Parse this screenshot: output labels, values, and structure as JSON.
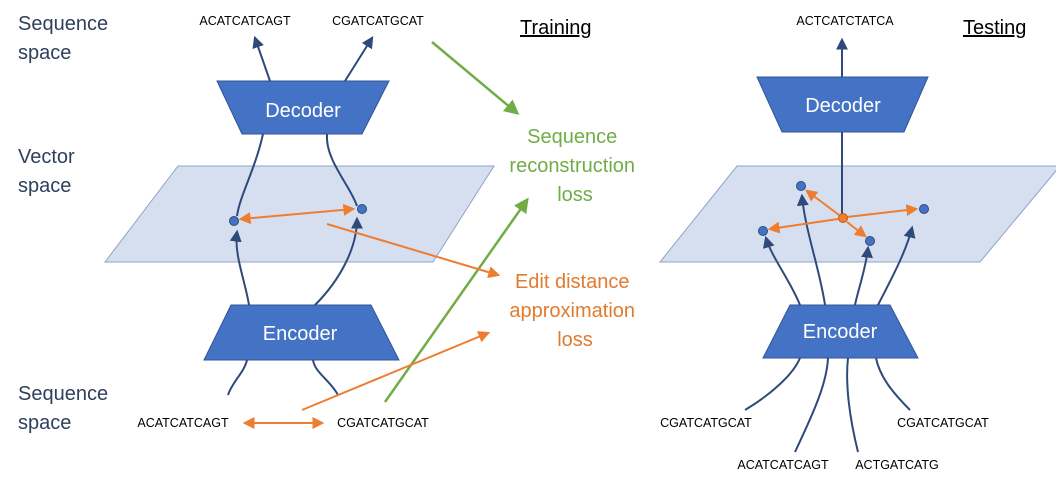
{
  "labels": {
    "seq_space_top": [
      "Sequence",
      "space"
    ],
    "vector_space": [
      "Vector",
      "space"
    ],
    "seq_space_bottom": [
      "Sequence",
      "space"
    ]
  },
  "training": {
    "title": "Training",
    "decoder": "Decoder",
    "encoder": "Encoder",
    "out_seq_left": "ACATCATCAGT",
    "out_seq_right": "CGATCATGCAT",
    "in_seq_left": "ACATCATCAGT",
    "in_seq_right": "CGATCATGCAT",
    "loss_green": [
      "Sequence",
      "reconstruction",
      "loss"
    ],
    "loss_orange": [
      "Edit distance",
      "approximation",
      "loss"
    ]
  },
  "testing": {
    "title": "Testing",
    "decoder": "Decoder",
    "encoder": "Encoder",
    "out_seq": "ACTCATCTATCA",
    "in_seqs": [
      "CGATCATGCAT",
      "ACATCATCAGT",
      "ACTGATCATG",
      "CGATCATGCAT"
    ]
  },
  "colors": {
    "box": "#4472c4",
    "plane": "#d6dff0",
    "blue_line": "#2f4a7a",
    "orange": "#ed7d31",
    "green": "#70ad47"
  }
}
